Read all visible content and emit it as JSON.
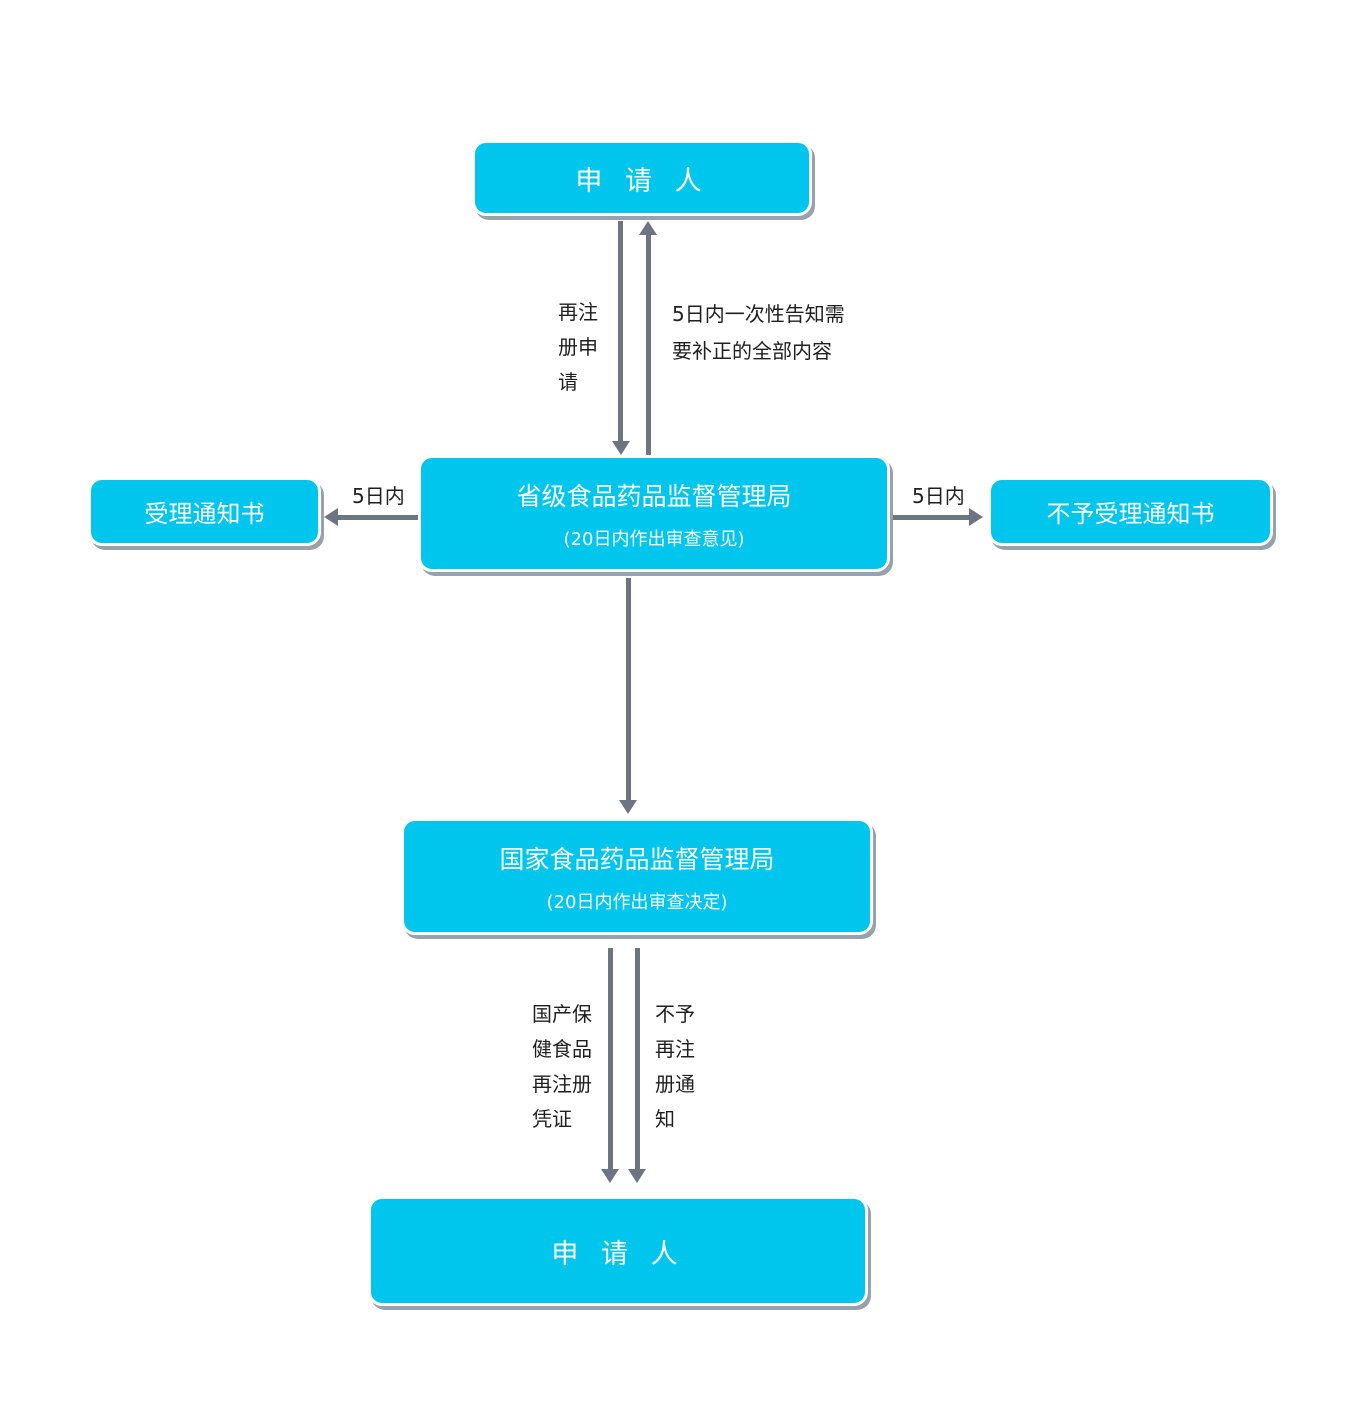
{
  "nodes": {
    "applicant_top": {
      "label": "申 请 人"
    },
    "provincial": {
      "title": "省级食品药品监督管理局",
      "subtitle": "(20日内作出审查意见)"
    },
    "accept_notice": {
      "label": "受理通知书"
    },
    "reject_notice": {
      "label": "不予受理通知书"
    },
    "national": {
      "title": "国家食品药品监督管理局",
      "subtitle": "(20日内作出审查决定)"
    },
    "applicant_bottom": {
      "label": "申 请 人"
    }
  },
  "labels": {
    "reregister": {
      "lines": [
        "再注",
        "册申",
        "请"
      ]
    },
    "notify": {
      "lines": [
        "5日内一次性告知需",
        "要补正的全部内容"
      ]
    },
    "five_days_left": "5日内",
    "five_days_right": "5日内",
    "certificate": {
      "lines": [
        "国产保",
        "健食品",
        "再注册",
        "凭证"
      ]
    },
    "no_reregister": {
      "lines": [
        "不予",
        "再注",
        "册通",
        "知"
      ]
    }
  },
  "colors": {
    "node_fill": "#00c6ee",
    "node_text": "#ffffff",
    "arrow": "#6d7582",
    "shadow": "#98a2ab",
    "label_text": "#1f1f1f",
    "background": "#ffffff"
  }
}
